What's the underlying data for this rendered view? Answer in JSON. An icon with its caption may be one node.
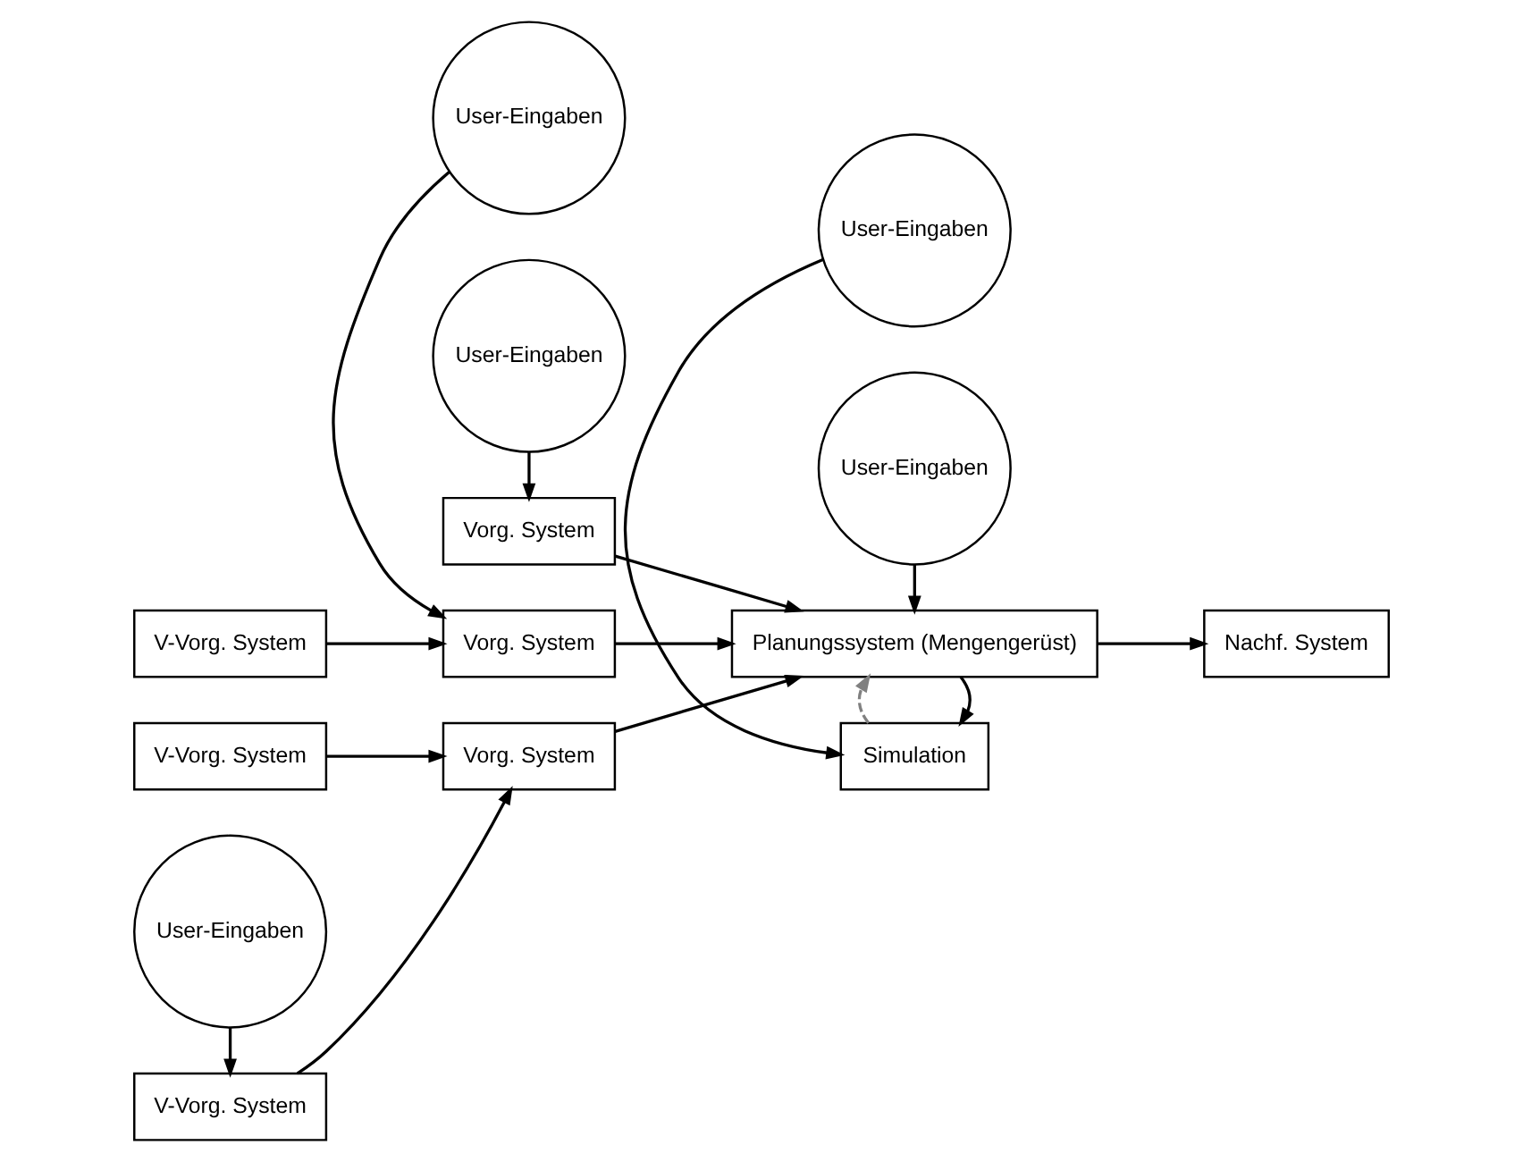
{
  "diagram": {
    "nodes": [
      {
        "text": [
          "V-Vorg. System"
        ]
      },
      {
        "text": [
          "V-Vorg. System"
        ]
      },
      {
        "text": [
          "V-Vorg. System"
        ]
      },
      {
        "text": [
          "User-Eingaben"
        ]
      },
      {
        "text": [
          "User-Eingaben"
        ]
      },
      {
        "text": [
          "Vorg. System"
        ]
      },
      {
        "text": [
          "Vorg. System"
        ]
      },
      {
        "text": [
          "Vorg. System"
        ]
      },
      {
        "text": [
          "User-Eingaben"
        ]
      },
      {
        "text": [
          "User-Eingaben"
        ]
      },
      {
        "text": [
          "Simulation"
        ]
      },
      {
        "text": [
          "Planungssystem (Mengengerüst)"
        ]
      },
      {
        "text": [
          "User-Eingaben"
        ]
      },
      {
        "text": [
          "Nachf. System"
        ]
      }
    ],
    "edges": [
      {
        "from": 0,
        "to": 5,
        "arrow": "to"
      },
      {
        "from": 1,
        "to": 6,
        "arrow": "to"
      },
      {
        "from": 2,
        "to": 6,
        "arrow": "to"
      },
      {
        "from": 3,
        "to": 2,
        "arrow": "to"
      },
      {
        "from": 4,
        "to": 5,
        "arrow": "to"
      },
      {
        "from": 8,
        "to": 7,
        "arrow": "to"
      },
      {
        "from": 5,
        "to": 11,
        "arrow": "to"
      },
      {
        "from": 6,
        "to": 11,
        "arrow": "to"
      },
      {
        "from": 7,
        "to": 11,
        "arrow": "to"
      },
      {
        "from": 9,
        "to": 10,
        "arrow": "to"
      },
      {
        "from": 11,
        "to": 10,
        "arrow": "to"
      },
      {
        "from": 10,
        "to": 11,
        "arrow": "to",
        "style": "dashed",
        "color": "#808080"
      },
      {
        "from": 12,
        "to": 11,
        "arrow": "to"
      },
      {
        "from": 11,
        "to": 13,
        "arrow": "to"
      }
    ]
  }
}
